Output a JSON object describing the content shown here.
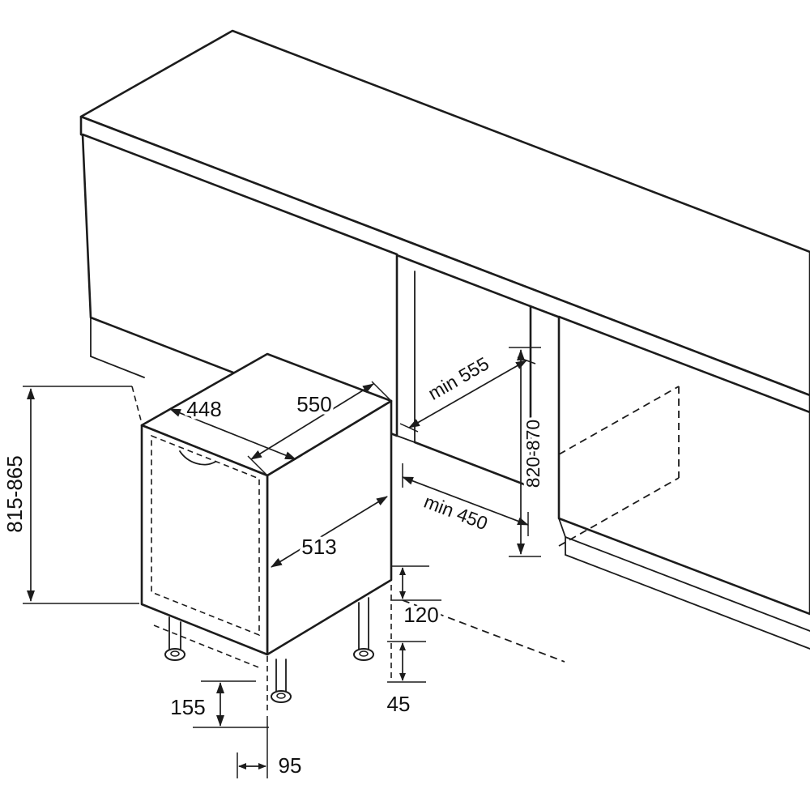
{
  "diagram": {
    "kind": "built-in appliance installation line drawing",
    "colors": {
      "line": "#1c1c1c",
      "background": "#ffffff"
    }
  },
  "dims": {
    "appliance_width": "448",
    "appliance_depth": "550",
    "body_depth": "513",
    "appliance_height": "815-865",
    "niche_depth": "min 555",
    "niche_width": "min 450",
    "niche_height": "820-870",
    "plinth_clearance": "120",
    "foot_front_adjust": "155",
    "foot_rear_adjust": "45",
    "bottom_offset": "95"
  }
}
